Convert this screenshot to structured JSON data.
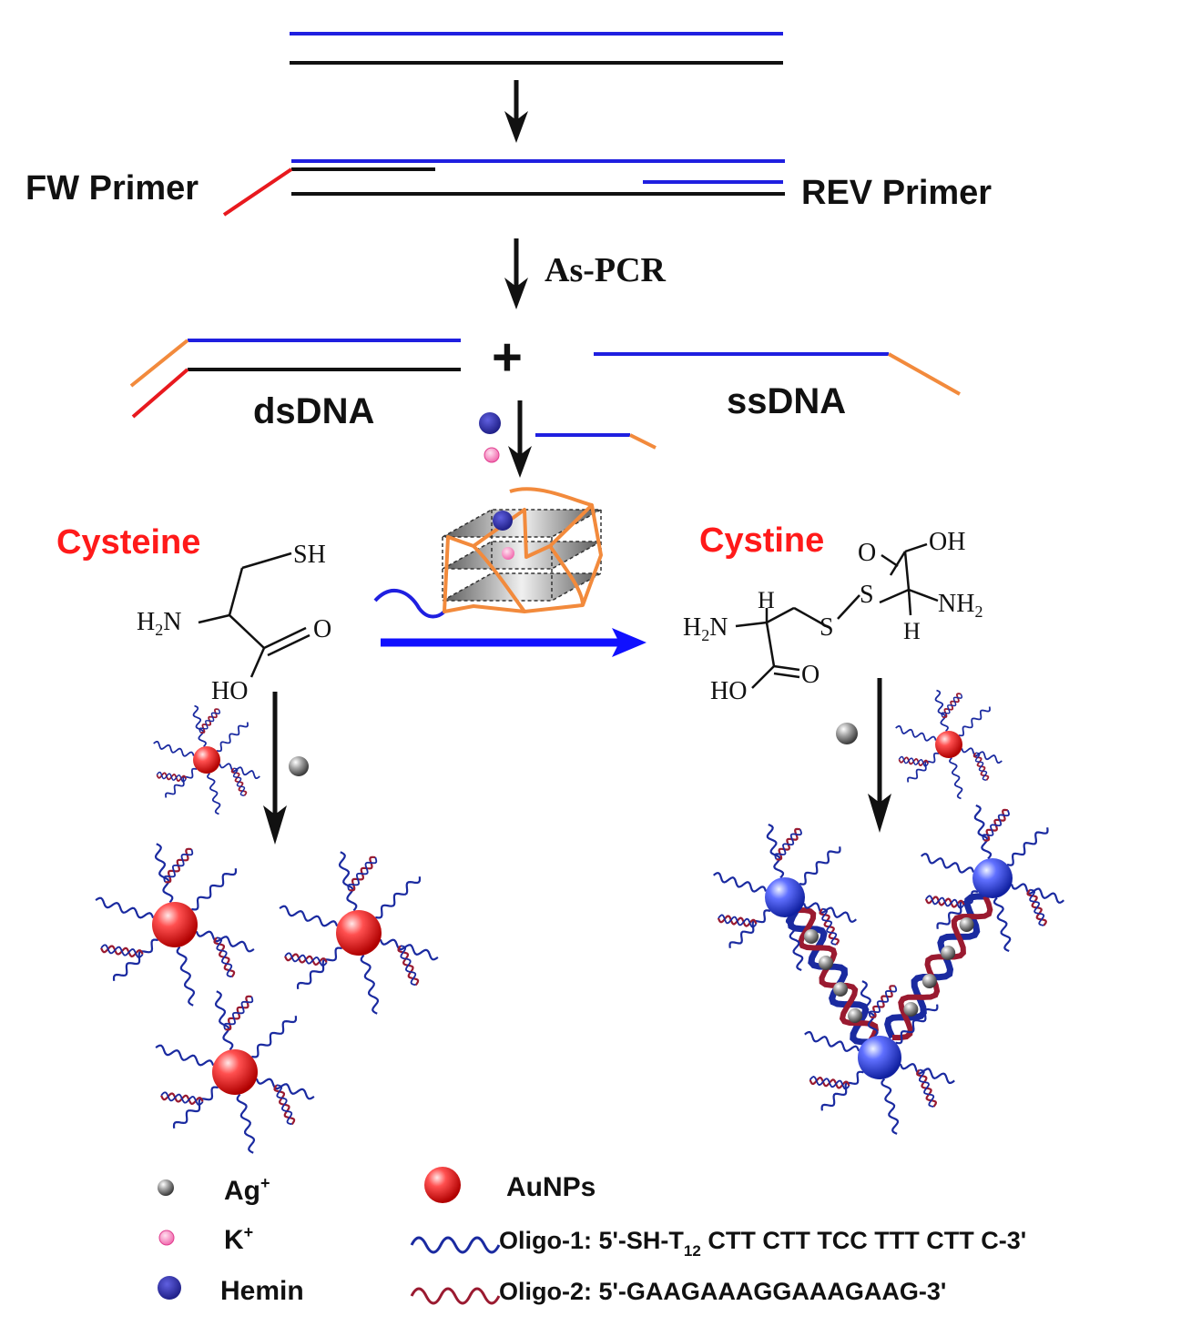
{
  "labels": {
    "fw_primer": "FW Primer",
    "rev_primer": "REV Primer",
    "as_pcr": "As-PCR",
    "plus": "+",
    "dsdna": "dsDNA",
    "ssdna": "ssDNA",
    "cysteine": "Cysteine",
    "cystine": "Cystine"
  },
  "cysteine_structure": {
    "sh": "SH",
    "h2n": "H2N",
    "o": "O",
    "ho": "HO"
  },
  "cystine_structure": {
    "o": "O",
    "oh": "OH",
    "h_left": "H",
    "s1": "S",
    "s2": "S",
    "nh2": "NH2",
    "h2n": "H2N",
    "h_right": "H",
    "ho": "HO",
    "o_low": "O"
  },
  "legend": {
    "ag": "Ag",
    "ag_sup": "+",
    "k": "K",
    "k_sup": "+",
    "hemin": "Hemin",
    "aunps": "AuNPs",
    "oligo1_prefix": "Oligo-1: 5'-SH-T",
    "oligo1_sub": "12",
    "oligo1_suffix": " CTT CTT TCC TTT CTT C-3'",
    "oligo2": "Oligo-2: 5'-GAAGAAAGGAAAGAAG-3'"
  },
  "colors": {
    "blue_strand": "#1f1fe0",
    "black_strand": "#111111",
    "red_primer": "#e8191e",
    "orange_tail": "#f28a3c",
    "label_red": "#ff1a1a",
    "arrow_blue": "#1010ff",
    "hemin": "#2a2aa8",
    "k_ion": "#f47ab8",
    "ag_ion": "#8a8a8a",
    "aunp_red": "#e01515",
    "aunp_blue": "#3a4ae0",
    "oligo1": "#1a2aa0",
    "oligo2": "#9a1a30"
  }
}
